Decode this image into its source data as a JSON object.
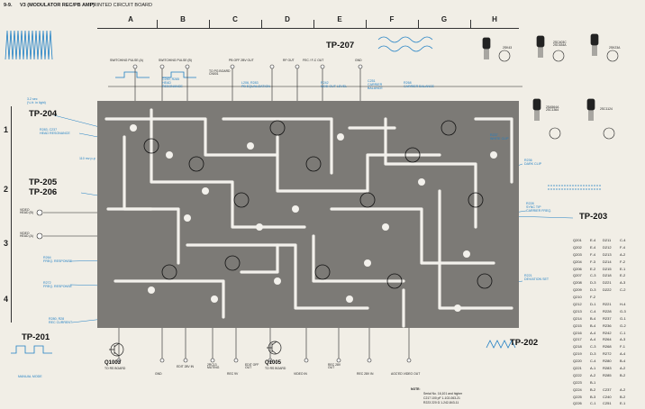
{
  "header": {
    "section_no": "9-9.",
    "title": "V3 (MODULATOR REC/PB AMP)",
    "subtitle": "PRINTED CIRCUIT BOARD"
  },
  "grid_columns": [
    "A",
    "B",
    "C",
    "D",
    "E",
    "F",
    "G",
    "H"
  ],
  "grid_rows": [
    "1",
    "2",
    "3",
    "4"
  ],
  "test_points": {
    "tp207": "TP-207",
    "tp204": "TP-204",
    "tp205": "TP-205",
    "tp206": "TP-206",
    "tp203": "TP-203",
    "tp201": "TP-201",
    "tp202": "TP-202"
  },
  "annotations": {
    "head_resonance": "R283, C237\nHEAD RESONANCE",
    "head_resonance2": "C240, R285\nHEAD\nRESONANCE",
    "pb_equalization": "L206, R283\nPB EQUALIZATION",
    "mod_out_level": "R242\nMOD OUT LEVEL",
    "carrier_balance": "C251\nCARRIER\nBALANCE",
    "carrier_balance2": "R268\nCARRIER BALANCE",
    "white_clip": "R237\nWHITE CLIP",
    "dark_clip": "R236\nDARK CLIP",
    "sync_tip": "R228\nSYNC TIP\nCARRIER FREQ.",
    "freq_response": "R264\nFREQ. RESPONSE",
    "freq_response2": "R272\nFREQ. RESPONSE",
    "rec_current": "R280, R28\nREC CURRENT",
    "deviation_set": "R221\nDEVIATION SET"
  },
  "top_signals": {
    "switching_a": "SWITCHING PULSE (A)",
    "switching_b": "SWITCHING PULSE (B)",
    "to_pg_board": "TO PG BOARD\nCN001",
    "pb_off": "PB OFF 2BV OUT",
    "rf_out": "RF OUT",
    "fec": "FEC / F-C OUT",
    "gnd": "GND",
    "period": "3.2 sec\n(¼ fr. in light)"
  },
  "bottom_signals": {
    "q1003": "Q1003",
    "q1003_sub": "TO RS BOARD",
    "manual_mode": "MANUAL MODE",
    "gnd": "GND",
    "edit": "EDIT 28V IN",
    "muting": "2RC13\nMUTING",
    "rec9v": "REC 9V",
    "edit_pb": "EDIT OFF\nOUT",
    "q1005": "Q1005",
    "q1005_sub": "TO RS BOARD",
    "video_in": "VIDEO IN",
    "rec_sw": "REC 28V\nOUT",
    "rec28v": "REC 28V IN",
    "video_out": "AGC'ED VIDEO OUT"
  },
  "left_labels": {
    "video_head_b": "VIDEO\nHEAD (B)",
    "video_head_a": "VIDEO\nHEAD (A)",
    "level_value": "110 mv p-p"
  },
  "transistors": {
    "t1": "2SK43",
    "t2": "2SC403C\n2SC634A",
    "t3": "2SK23A",
    "t4": "2SA564A\n2SC1364",
    "t5": "2SC1124"
  },
  "parts_table": [
    [
      "Q201",
      "E-4",
      "D211",
      "C-4"
    ],
    [
      "Q202",
      "E-4",
      "D212",
      "F-4"
    ],
    [
      "Q203",
      "F-4",
      "D213",
      "A-2"
    ],
    [
      "Q204",
      "F-3",
      "D214",
      "F-2"
    ],
    [
      "Q206",
      "E-2",
      "D215",
      "E-1"
    ],
    [
      "Q207",
      "C-3",
      "D218",
      "E-2"
    ],
    [
      "Q208",
      "D-3",
      "D221",
      "A-3"
    ],
    [
      "Q209",
      "D-3",
      "D222",
      "C-2"
    ],
    [
      "Q210",
      "F-2",
      "",
      ""
    ],
    [
      "Q212",
      "D-1",
      "R221",
      "H-4"
    ],
    [
      "Q213",
      "C-4",
      "R228",
      "G-3"
    ],
    [
      "Q214",
      "B-4",
      "R237",
      "G-1"
    ],
    [
      "Q215",
      "B-4",
      "R236",
      "G-2"
    ],
    [
      "Q216",
      "A-4",
      "R242",
      "C-1"
    ],
    [
      "Q217",
      "A-4",
      "R264",
      "A-3"
    ],
    [
      "Q218",
      "C-3",
      "R268",
      "F-1"
    ],
    [
      "Q219",
      "D-3",
      "R272",
      "A-4"
    ],
    [
      "Q220",
      "C-4",
      "R280",
      "B-4"
    ],
    [
      "Q221",
      "A-1",
      "R283",
      "A-2"
    ],
    [
      "Q222",
      "A-2",
      "R285",
      "B-2"
    ],
    [
      "Q223",
      "B-1",
      "",
      ""
    ],
    [
      "Q224",
      "B-2",
      "C237",
      "A-2"
    ],
    [
      "Q225",
      "B-3",
      "C240",
      "B-2"
    ],
    [
      "Q226",
      "C-1",
      "C251",
      "E-1"
    ],
    [
      "Q228",
      "D-1",
      "",
      ""
    ],
    [
      "Q228",
      "D-2",
      "L206",
      "C-2"
    ]
  ],
  "note": {
    "title": "NOTE:",
    "line1": "Serial No. 16,101 and higher",
    "line2": "C217    100 pF   1-102-063-21",
    "line3": "R223    220 Ω    1-242-843-11"
  },
  "accent_color": "#1f7fc4",
  "board_color": "#7c7a76"
}
